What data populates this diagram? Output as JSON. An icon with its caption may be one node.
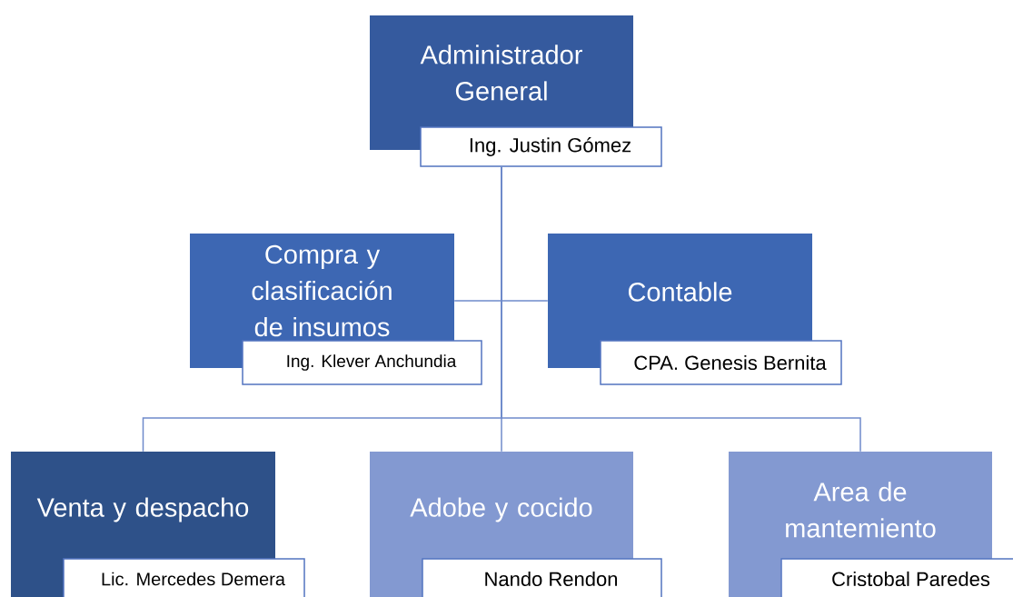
{
  "diagram": {
    "nodes": [
      {
        "text": [
          "Administrador General",
          "Ing. Justin Gómez"
        ]
      },
      {
        "text": [
          "Compra y clasificación de insumos",
          "Ing. Klever Anchundia"
        ]
      },
      {
        "text": [
          "Contable",
          "CPA. Genesis Bernita"
        ]
      },
      {
        "text": [
          "Venta y despacho",
          "Lic. Mercedes Demera"
        ]
      },
      {
        "text": [
          "Adobe y cocido",
          "Nando Rendon"
        ]
      },
      {
        "text": [
          "Area de mantemiento",
          "Cristobal Paredes"
        ]
      }
    ],
    "edges": [
      {
        "from": 0,
        "to": 1,
        "arrow": "none"
      },
      {
        "from": 0,
        "to": 2,
        "arrow": "none"
      },
      {
        "from": 0,
        "to": 3,
        "arrow": "none"
      },
      {
        "from": 0,
        "to": 4,
        "arrow": "none"
      },
      {
        "from": 0,
        "to": 5,
        "arrow": "none"
      }
    ]
  }
}
